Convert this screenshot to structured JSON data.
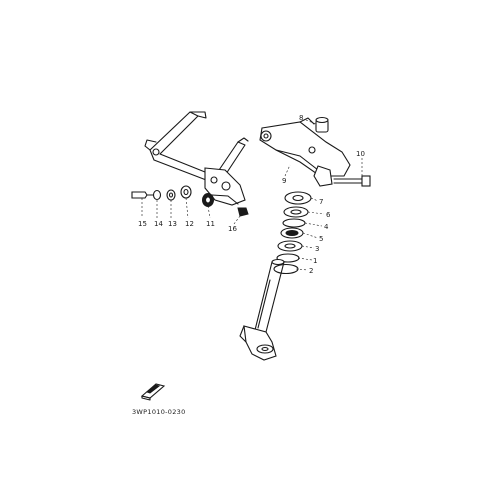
{
  "callouts": {
    "c1": "1",
    "c2": "2",
    "c3": "3",
    "c4": "4",
    "c5": "5",
    "c6": "6",
    "c7": "7",
    "c8": "8",
    "c9": "9",
    "c10": "10",
    "c11": "11",
    "c12": "12",
    "c13": "13",
    "c14": "14",
    "c15": "15",
    "c16": "16"
  },
  "diagram_code": "3WP1010-0230",
  "colors": {
    "ink": "#1a1a1a",
    "paper": "#ffffff"
  }
}
